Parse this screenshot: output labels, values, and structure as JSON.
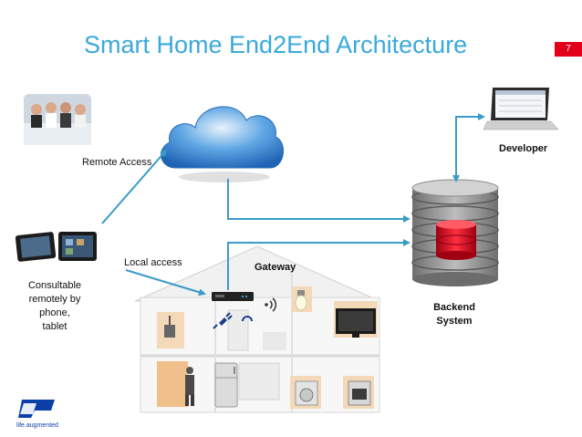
{
  "title": "Smart Home End2End Architecture",
  "page_number": "7",
  "labels": {
    "remote_access": "Remote Access",
    "local_access": "Local access",
    "gateway": "Gateway",
    "developer": "Developer",
    "backend_line1": "Backend",
    "backend_line2": "System",
    "consultable_line1": "Consultable",
    "consultable_line2": "remotely by",
    "consultable_line3": "phone,",
    "consultable_line4": "tablet"
  },
  "logo": {
    "text": "life.augmented"
  },
  "colors": {
    "title": "#39a9dc",
    "arrow": "#3a9bc8",
    "accent_red": "#e3001b",
    "cloud": "#2d7fd0",
    "db_grey": "#8a8a8a",
    "room_highlight": "#f0a040",
    "logo_blue": "#0a3fa8"
  },
  "icons": [
    "call-center-icon",
    "cloud-icon",
    "laptop-icon",
    "database-icon",
    "tablet-icon",
    "phone-icon",
    "house-icon",
    "gateway-icon",
    "wifi-icon",
    "bulb-icon",
    "tv-icon",
    "plug-icon",
    "fridge-icon",
    "washer-icon",
    "oven-icon",
    "person-icon",
    "st-logo-icon"
  ]
}
